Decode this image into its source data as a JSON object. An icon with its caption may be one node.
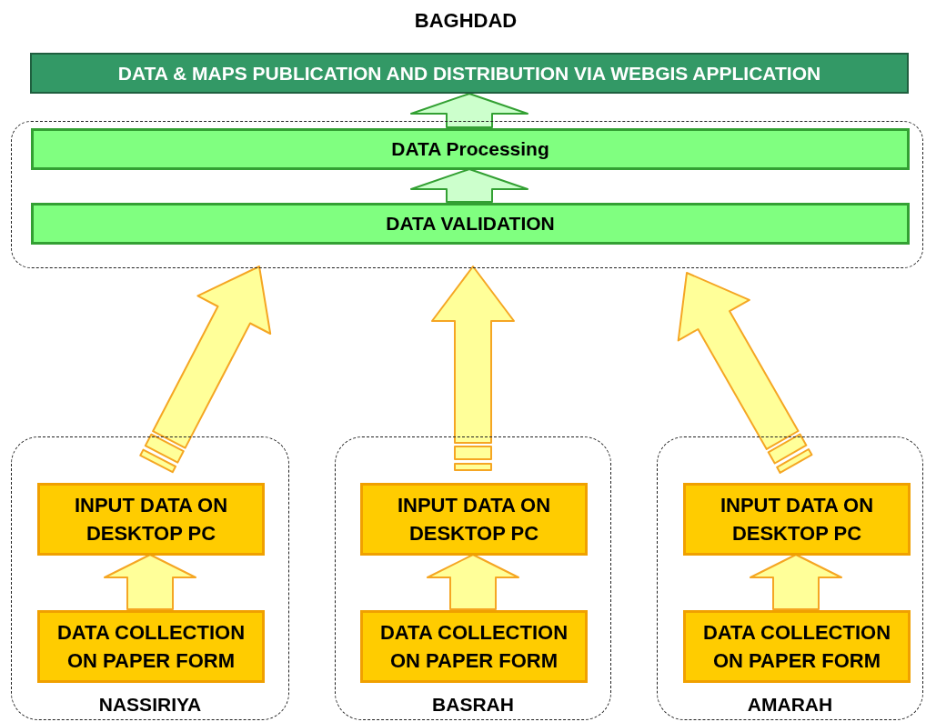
{
  "diagram": {
    "nodes": [
      {
        "text": [
          "DATA & MAPS PUBLICATION AND DISTRIBUTION VIA WEBGIS APPLICATION"
        ]
      },
      {
        "text": [],
        "shape": "box"
      },
      {
        "text": [
          "DATA Processing"
        ],
        "in": 1
      },
      {
        "text": [
          "DATA VALIDATION"
        ],
        "in": 1
      },
      {
        "text": [
          "NASSIRIYA"
        ]
      },
      {
        "text": [
          "INPUT DATA ON DESKTOP PC"
        ],
        "in": 4
      },
      {
        "text": [
          "DATA COLLECTION ON PAPER FORM"
        ],
        "in": 4
      },
      {
        "text": [
          "BASRAH"
        ]
      },
      {
        "text": [
          "INPUT DATA ON DESKTOP PC"
        ],
        "in": 7
      },
      {
        "text": [
          "DATA COLLECTION ON PAPER FORM"
        ],
        "in": 7
      },
      {
        "text": [
          "AMARAH"
        ]
      },
      {
        "text": [
          "INPUT DATA ON DESKTOP PC"
        ],
        "in": 10
      },
      {
        "text": [
          "DATA COLLECTION ON PAPER FORM"
        ],
        "in": 10
      }
    ],
    "edges": [
      {
        "from": 3,
        "to": 2,
        "arrow": "to",
        "color": "#ccffcc"
      },
      {
        "from": 2,
        "to": 0,
        "arrow": "to",
        "color": "#ccffcc"
      },
      {
        "from": 4,
        "to": 1,
        "arrow": "to",
        "style": "dashed"
      },
      {
        "from": 7,
        "to": 1,
        "arrow": "to",
        "style": "dashed"
      },
      {
        "from": 10,
        "to": 1,
        "arrow": "to",
        "style": "dashed"
      },
      {
        "from": 6,
        "to": 5,
        "arrow": "to"
      },
      {
        "from": 9,
        "to": 8,
        "arrow": "to"
      },
      {
        "from": 12,
        "to": 11,
        "arrow": "to"
      }
    ],
    "labels": [
      "BAGHDAD"
    ]
  }
}
